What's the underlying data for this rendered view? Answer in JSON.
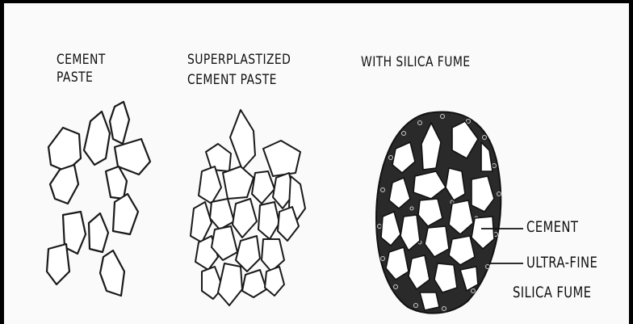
{
  "panels": [
    {
      "line1": "CEMENT",
      "line2": "PASTE"
    },
    {
      "line1": "SUPERPLASTIZED",
      "line2": "CEMENT PASTE"
    },
    {
      "line1": "WITH  SILICA FUME"
    }
  ],
  "legend": {
    "cement": "CEMENT",
    "silica_line1": "ULTRA-FINE",
    "silica_line2": "SILICA FUME"
  }
}
